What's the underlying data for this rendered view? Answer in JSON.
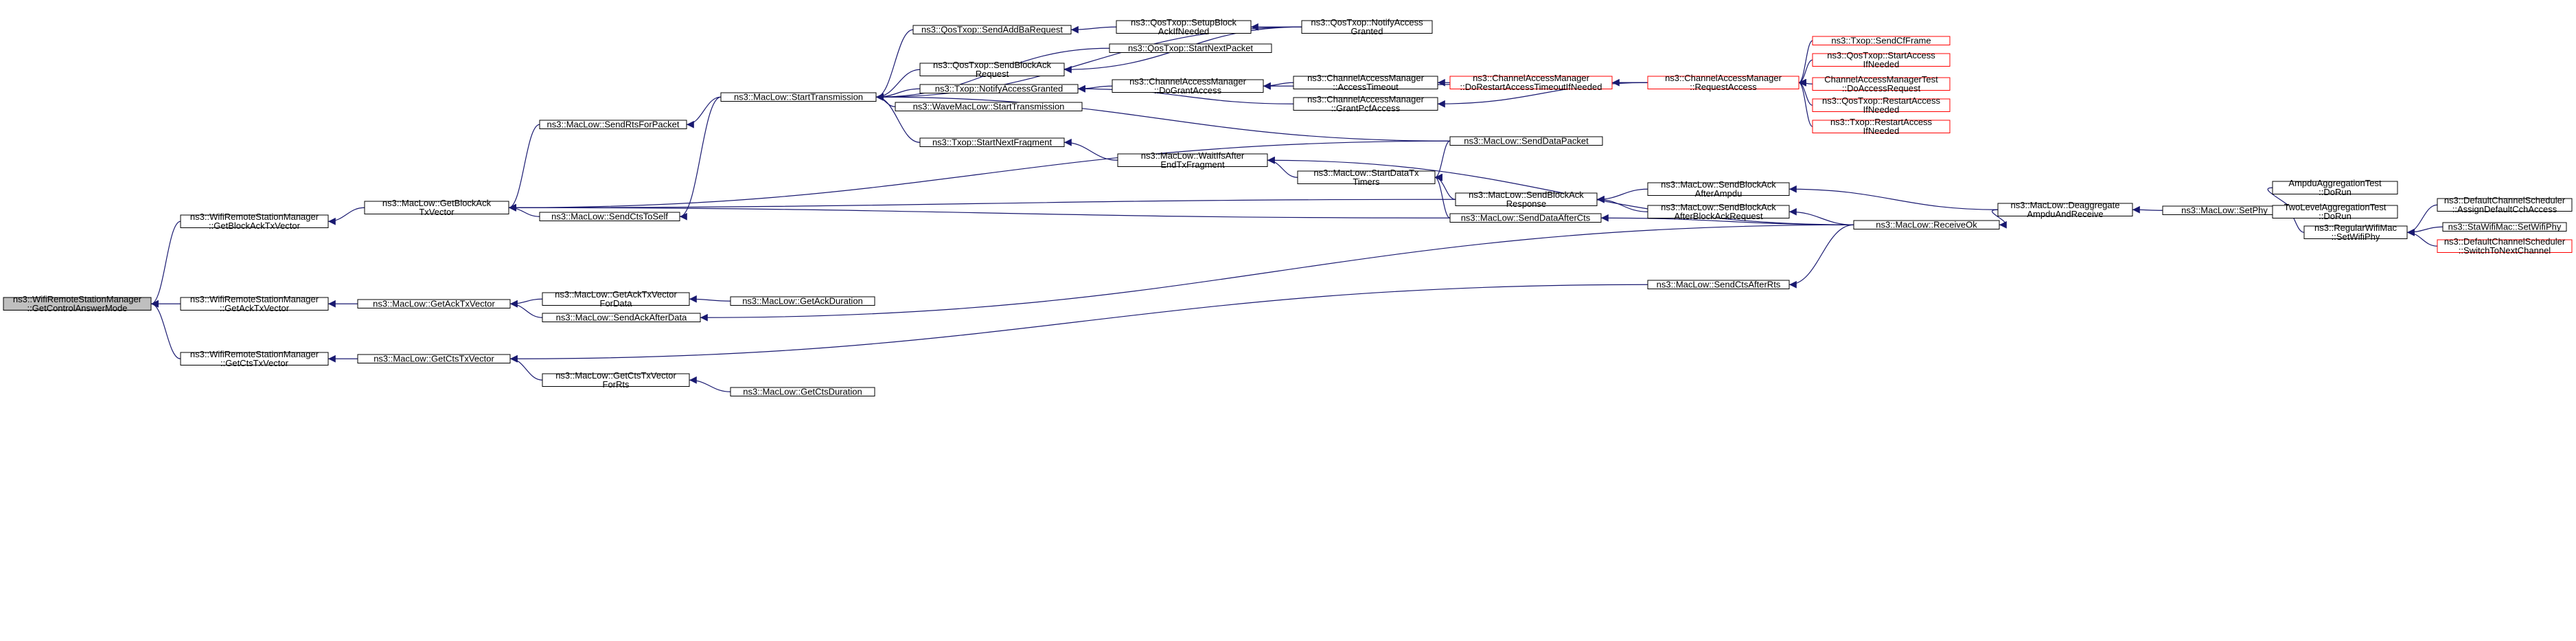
{
  "colors": {
    "edge": "#191970",
    "node_border": "#000000",
    "node_border_truncated": "#ff0000",
    "root_fill": "#bfbfbf",
    "node_fill": "#ffffff",
    "background": "#ffffff"
  },
  "graph": {
    "nodes": [
      {
        "id": "root",
        "lines": [
          "ns3::WifiRemoteStationManager",
          "::GetControlAnswerMode"
        ],
        "style": "root"
      },
      {
        "id": "getBlockAckTxVectorMgr",
        "lines": [
          "ns3::WifiRemoteStationManager",
          "::GetBlockAckTxVector"
        ],
        "style": "normal"
      },
      {
        "id": "getAckTxVectorMgr",
        "lines": [
          "ns3::WifiRemoteStationManager",
          "::GetAckTxVector"
        ],
        "style": "normal"
      },
      {
        "id": "getCtsTxVectorMgr",
        "lines": [
          "ns3::WifiRemoteStationManager",
          "::GetCtsTxVector"
        ],
        "style": "normal"
      },
      {
        "id": "macGetBlockAckTxVector",
        "lines": [
          "ns3::MacLow::GetBlockAck",
          "TxVector"
        ],
        "style": "normal"
      },
      {
        "id": "macGetAckTxVector",
        "lines": [
          "ns3::MacLow::GetAckTxVector"
        ],
        "style": "normal"
      },
      {
        "id": "macGetCtsTxVector",
        "lines": [
          "ns3::MacLow::GetCtsTxVector"
        ],
        "style": "normal"
      },
      {
        "id": "sendRtsForPacket",
        "lines": [
          "ns3::MacLow::SendRtsForPacket"
        ],
        "style": "normal"
      },
      {
        "id": "sendCtsToSelf",
        "lines": [
          "ns3::MacLow::SendCtsToSelf"
        ],
        "style": "normal"
      },
      {
        "id": "getAckTxVectorForData",
        "lines": [
          "ns3::MacLow::GetAckTxVector",
          "ForData"
        ],
        "style": "normal"
      },
      {
        "id": "sendAckAfterData",
        "lines": [
          "ns3::MacLow::SendAckAfterData"
        ],
        "style": "normal"
      },
      {
        "id": "getCtsTxVectorForRts",
        "lines": [
          "ns3::MacLow::GetCtsTxVector",
          "ForRts"
        ],
        "style": "normal"
      },
      {
        "id": "getAckDuration",
        "lines": [
          "ns3::MacLow::GetAckDuration"
        ],
        "style": "normal"
      },
      {
        "id": "getCtsDuration",
        "lines": [
          "ns3::MacLow::GetCtsDuration"
        ],
        "style": "normal"
      },
      {
        "id": "startTransmission",
        "lines": [
          "ns3::MacLow::StartTransmission"
        ],
        "style": "normal"
      },
      {
        "id": "qosSendAddBaRequest",
        "lines": [
          "ns3::QosTxop::SendAddBaRequest"
        ],
        "style": "normal"
      },
      {
        "id": "qosSendBlockAckRequest",
        "lines": [
          "ns3::QosTxop::SendBlockAck",
          "Request"
        ],
        "style": "normal"
      },
      {
        "id": "txopNotifyAccessGranted",
        "lines": [
          "ns3::Txop::NotifyAccessGranted"
        ],
        "style": "normal"
      },
      {
        "id": "waveStartTransmission",
        "lines": [
          "ns3::WaveMacLow::StartTransmission"
        ],
        "style": "normal"
      },
      {
        "id": "txopStartNextFragment",
        "lines": [
          "ns3::Txop::StartNextFragment"
        ],
        "style": "normal"
      },
      {
        "id": "qosSetupBlockAckIfNeeded",
        "lines": [
          "ns3::QosTxop::SetupBlock",
          "AckIfNeeded"
        ],
        "style": "normal"
      },
      {
        "id": "qosStartNextPacket",
        "lines": [
          "ns3::QosTxop::StartNextPacket"
        ],
        "style": "normal"
      },
      {
        "id": "qosNotifyAccessGranted",
        "lines": [
          "ns3::QosTxop::NotifyAccess",
          "Granted"
        ],
        "style": "normal"
      },
      {
        "id": "camDoGrantAccess",
        "lines": [
          "ns3::ChannelAccessManager",
          "::DoGrantAccess"
        ],
        "style": "normal"
      },
      {
        "id": "camAccessTimeout",
        "lines": [
          "ns3::ChannelAccessManager",
          "::AccessTimeout"
        ],
        "style": "normal"
      },
      {
        "id": "camGrantPcfAccess",
        "lines": [
          "ns3::ChannelAccessManager",
          "::GrantPcfAccess"
        ],
        "style": "normal"
      },
      {
        "id": "camDoRestartAccessTimeout",
        "lines": [
          "ns3::ChannelAccessManager",
          "::DoRestartAccessTimeoutIfNeeded"
        ],
        "style": "red"
      },
      {
        "id": "camRequestAccess",
        "lines": [
          "ns3::ChannelAccessManager",
          "::RequestAccess"
        ],
        "style": "red"
      },
      {
        "id": "txopSendCfFrame",
        "lines": [
          "ns3::Txop::SendCfFrame"
        ],
        "style": "red"
      },
      {
        "id": "qosStartAccessIfNeeded",
        "lines": [
          "ns3::QosTxop::StartAccess",
          "IfNeeded"
        ],
        "style": "red"
      },
      {
        "id": "camTestDoAccessRequest",
        "lines": [
          "ChannelAccessManagerTest",
          "::DoAccessRequest"
        ],
        "style": "red"
      },
      {
        "id": "qosRestartAccessIfNeeded",
        "lines": [
          "ns3::QosTxop::RestartAccess",
          "IfNeeded"
        ],
        "style": "red"
      },
      {
        "id": "txopRestartAccessIfNeeded",
        "lines": [
          "ns3::Txop::RestartAccess",
          "IfNeeded"
        ],
        "style": "red"
      },
      {
        "id": "sendDataPacket",
        "lines": [
          "ns3::MacLow::SendDataPacket"
        ],
        "style": "normal"
      },
      {
        "id": "waitIfsAfterEndTxFragment",
        "lines": [
          "ns3::MacLow::WaitIfsAfter",
          "EndTxFragment"
        ],
        "style": "normal"
      },
      {
        "id": "startDataTxTimers",
        "lines": [
          "ns3::MacLow::StartDataTx",
          "Timers"
        ],
        "style": "normal"
      },
      {
        "id": "sendBlockAckResponse",
        "lines": [
          "ns3::MacLow::SendBlockAck",
          "Response"
        ],
        "style": "normal"
      },
      {
        "id": "sendDataAfterCts",
        "lines": [
          "ns3::MacLow::SendDataAfterCts"
        ],
        "style": "normal"
      },
      {
        "id": "sendBlockAckAfterAmpdu",
        "lines": [
          "ns3::MacLow::SendBlockAck",
          "AfterAmpdu"
        ],
        "style": "normal"
      },
      {
        "id": "sendBlockAckAfterBlockAckRequest",
        "lines": [
          "ns3::MacLow::SendBlockAck",
          "AfterBlockAckRequest"
        ],
        "style": "normal"
      },
      {
        "id": "receiveOk",
        "lines": [
          "ns3::MacLow::ReceiveOk"
        ],
        "style": "normal"
      },
      {
        "id": "sendCtsAfterRts",
        "lines": [
          "ns3::MacLow::SendCtsAfterRts"
        ],
        "style": "normal"
      },
      {
        "id": "deaggregateAmpduAndReceive",
        "lines": [
          "ns3::MacLow::Deaggregate",
          "AmpduAndReceive"
        ],
        "style": "normal"
      },
      {
        "id": "setPhy",
        "lines": [
          "ns3::MacLow::SetPhy"
        ],
        "style": "normal"
      },
      {
        "id": "ampduAggregationTestDoRun",
        "lines": [
          "AmpduAggregationTest",
          "::DoRun"
        ],
        "style": "normal"
      },
      {
        "id": "twoLevelAggregationTestDoRun",
        "lines": [
          "TwoLevelAggregationTest",
          "::DoRun"
        ],
        "style": "normal"
      },
      {
        "id": "regularWifiMacSetWifiPhy",
        "lines": [
          "ns3::RegularWifiMac",
          "::SetWifiPhy"
        ],
        "style": "normal"
      },
      {
        "id": "defaultChannelSchedulerAssign",
        "lines": [
          "ns3::DefaultChannelScheduler",
          "::AssignDefaultCchAccess"
        ],
        "style": "normal"
      },
      {
        "id": "staWifiMacSetWifiPhy",
        "lines": [
          "ns3::StaWifiMac::SetWifiPhy"
        ],
        "style": "normal"
      },
      {
        "id": "defaultChannelSchedulerSwitch",
        "lines": [
          "ns3::DefaultChannelScheduler",
          "::SwitchToNextChannel"
        ],
        "style": "red"
      }
    ],
    "edges": [
      [
        "getBlockAckTxVectorMgr",
        "root"
      ],
      [
        "getAckTxVectorMgr",
        "root"
      ],
      [
        "getCtsTxVectorMgr",
        "root"
      ],
      [
        "macGetBlockAckTxVector",
        "getBlockAckTxVectorMgr"
      ],
      [
        "macGetAckTxVector",
        "getAckTxVectorMgr"
      ],
      [
        "macGetCtsTxVector",
        "getCtsTxVectorMgr"
      ],
      [
        "sendRtsForPacket",
        "macGetBlockAckTxVector"
      ],
      [
        "sendCtsToSelf",
        "macGetBlockAckTxVector"
      ],
      [
        "sendDataPacket",
        "macGetBlockAckTxVector"
      ],
      [
        "sendBlockAckResponse",
        "macGetBlockAckTxVector"
      ],
      [
        "sendDataAfterCts",
        "macGetBlockAckTxVector"
      ],
      [
        "getAckTxVectorForData",
        "macGetAckTxVector"
      ],
      [
        "sendAckAfterData",
        "macGetAckTxVector"
      ],
      [
        "sendCtsAfterRts",
        "macGetCtsTxVector"
      ],
      [
        "getCtsTxVectorForRts",
        "macGetCtsTxVector"
      ],
      [
        "getAckDuration",
        "getAckTxVectorForData"
      ],
      [
        "getCtsDuration",
        "getCtsTxVectorForRts"
      ],
      [
        "startTransmission",
        "sendRtsForPacket"
      ],
      [
        "startTransmission",
        "sendCtsToSelf"
      ],
      [
        "qosSendAddBaRequest",
        "startTransmission"
      ],
      [
        "qosSendBlockAckRequest",
        "startTransmission"
      ],
      [
        "txopNotifyAccessGranted",
        "startTransmission"
      ],
      [
        "waveStartTransmission",
        "startTransmission"
      ],
      [
        "txopStartNextFragment",
        "startTransmission"
      ],
      [
        "qosStartNextPacket",
        "startTransmission"
      ],
      [
        "qosNotifyAccessGranted",
        "startTransmission"
      ],
      [
        "sendDataPacket",
        "startTransmission"
      ],
      [
        "qosSetupBlockAckIfNeeded",
        "qosSendAddBaRequest"
      ],
      [
        "qosNotifyAccessGranted",
        "qosSetupBlockAckIfNeeded"
      ],
      [
        "qosNotifyAccessGranted",
        "qosSendBlockAckRequest"
      ],
      [
        "camDoGrantAccess",
        "txopNotifyAccessGranted"
      ],
      [
        "camGrantPcfAccess",
        "txopNotifyAccessGranted"
      ],
      [
        "camAccessTimeout",
        "camDoGrantAccess"
      ],
      [
        "camRequestAccess",
        "camDoGrantAccess"
      ],
      [
        "camDoRestartAccessTimeout",
        "camAccessTimeout"
      ],
      [
        "camRequestAccess",
        "camDoRestartAccessTimeout"
      ],
      [
        "camRequestAccess",
        "camGrantPcfAccess"
      ],
      [
        "txopSendCfFrame",
        "camRequestAccess"
      ],
      [
        "qosStartAccessIfNeeded",
        "camRequestAccess"
      ],
      [
        "camTestDoAccessRequest",
        "camRequestAccess"
      ],
      [
        "qosRestartAccessIfNeeded",
        "camRequestAccess"
      ],
      [
        "txopRestartAccessIfNeeded",
        "camRequestAccess"
      ],
      [
        "waitIfsAfterEndTxFragment",
        "txopStartNextFragment"
      ],
      [
        "startDataTxTimers",
        "waitIfsAfterEndTxFragment"
      ],
      [
        "receiveOk",
        "waitIfsAfterEndTxFragment"
      ],
      [
        "sendDataPacket",
        "startDataTxTimers"
      ],
      [
        "sendDataAfterCts",
        "startDataTxTimers"
      ],
      [
        "sendBlockAckResponse",
        "startDataTxTimers"
      ],
      [
        "sendBlockAckAfterAmpdu",
        "sendBlockAckResponse"
      ],
      [
        "sendBlockAckAfterBlockAckRequest",
        "sendBlockAckResponse"
      ],
      [
        "receiveOk",
        "sendDataAfterCts"
      ],
      [
        "receiveOk",
        "sendBlockAckAfterBlockAckRequest"
      ],
      [
        "receiveOk",
        "sendAckAfterData"
      ],
      [
        "receiveOk",
        "sendCtsAfterRts"
      ],
      [
        "deaggregateAmpduAndReceive",
        "receiveOk"
      ],
      [
        "deaggregateAmpduAndReceive",
        "sendBlockAckAfterAmpdu"
      ],
      [
        "setPhy",
        "deaggregateAmpduAndReceive"
      ],
      [
        "ampduAggregationTestDoRun",
        "setPhy"
      ],
      [
        "twoLevelAggregationTestDoRun",
        "setPhy"
      ],
      [
        "regularWifiMacSetWifiPhy",
        "setPhy"
      ],
      [
        "defaultChannelSchedulerAssign",
        "regularWifiMacSetWifiPhy"
      ],
      [
        "staWifiMacSetWifiPhy",
        "regularWifiMacSetWifiPhy"
      ],
      [
        "defaultChannelSchedulerSwitch",
        "regularWifiMacSetWifiPhy"
      ]
    ]
  }
}
